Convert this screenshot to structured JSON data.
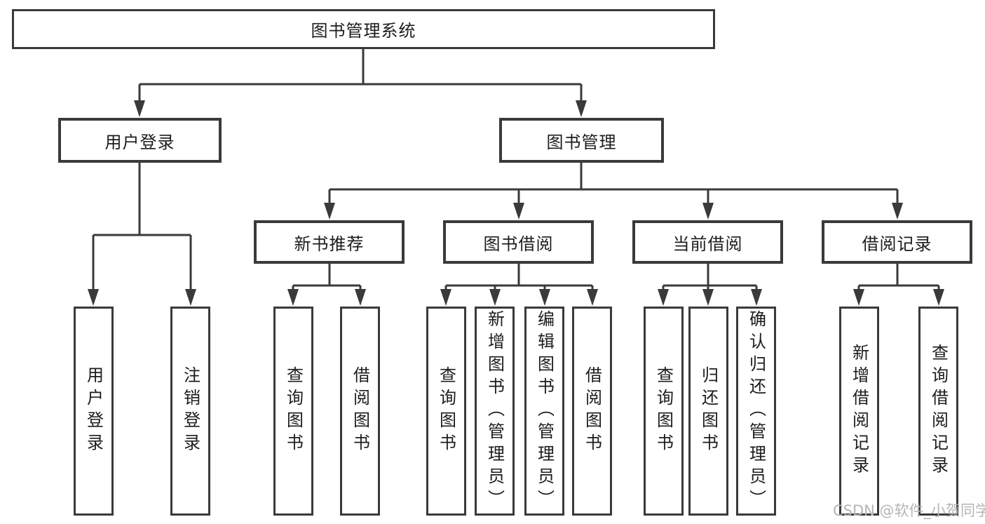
{
  "diagram_type": "hierarchy-tree",
  "colors": {
    "line": "#3a3a3a",
    "box_border": "#3a3a3a",
    "text": "#1c1c1c",
    "background": "#ffffff",
    "watermark": "#b5b5b5"
  },
  "tree": {
    "label": "图书管理系统",
    "children": [
      {
        "label": "用户登录",
        "children": [
          {
            "label": "用户登录"
          },
          {
            "label": "注销登录"
          }
        ]
      },
      {
        "label": "图书管理",
        "children": [
          {
            "label": "新书推荐",
            "children": [
              {
                "label": "查询图书"
              },
              {
                "label": "借阅图书"
              }
            ]
          },
          {
            "label": "图书借阅",
            "children": [
              {
                "label": "查询图书"
              },
              {
                "label": "新增图书（管理员）"
              },
              {
                "label": "编辑图书（管理员）"
              },
              {
                "label": "借阅图书"
              }
            ]
          },
          {
            "label": "当前借阅",
            "children": [
              {
                "label": "查询图书"
              },
              {
                "label": "归还图书"
              },
              {
                "label": "确认归还（管理员）"
              }
            ]
          },
          {
            "label": "借阅记录",
            "children": [
              {
                "label": "新增借阅记录"
              },
              {
                "label": "查询借阅记录"
              }
            ]
          }
        ]
      }
    ]
  },
  "watermark": {
    "text": "CSDN @软件_小贺同学"
  }
}
